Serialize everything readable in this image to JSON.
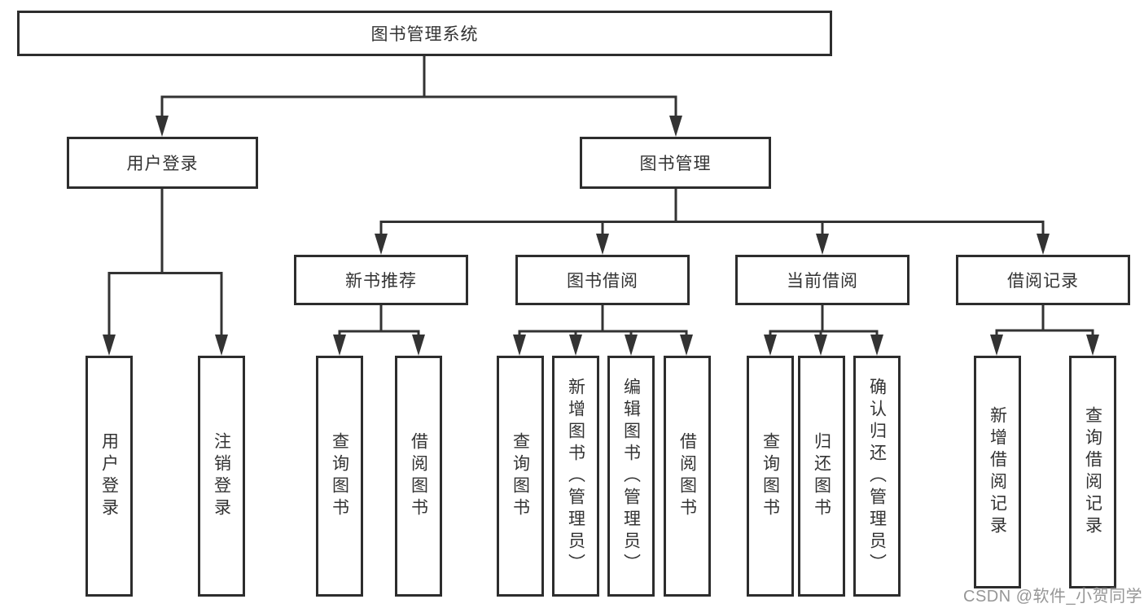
{
  "diagram": {
    "root": "图书管理系统",
    "branches": [
      {
        "label": "用户登录",
        "children": [
          "用户登录",
          "注销登录"
        ]
      },
      {
        "label": "图书管理",
        "children": [
          {
            "label": "新书推荐",
            "children": [
              "查询图书",
              "借阅图书"
            ]
          },
          {
            "label": "图书借阅",
            "children": [
              "查询图书",
              "新增图书（管理员）",
              "编辑图书（管理员）",
              "借阅图书"
            ]
          },
          {
            "label": "当前借阅",
            "children": [
              "查询图书",
              "归还图书",
              "确认归还（管理员）"
            ]
          },
          {
            "label": "借阅记录",
            "children": [
              "新增借阅记录",
              "查询借阅记录"
            ]
          }
        ]
      }
    ]
  },
  "watermark": "CSDN @软件_小贺同学",
  "colors": {
    "line": "#333333",
    "box_border": "#2d2d2d",
    "text": "#333333",
    "watermark": "#969696",
    "background": "#ffffff"
  }
}
